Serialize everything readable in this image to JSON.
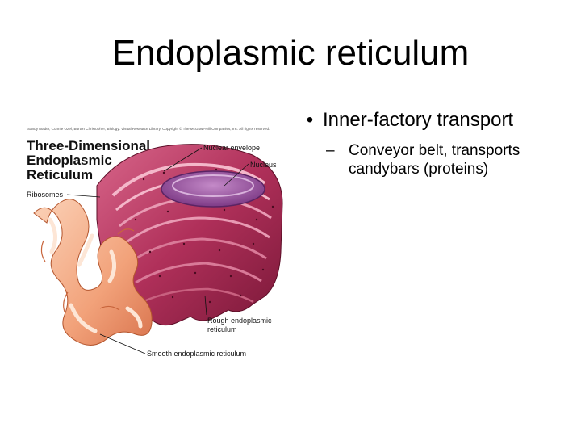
{
  "slide": {
    "title": "Endoplasmic reticulum",
    "bullets": [
      {
        "text": "Inner-factory transport",
        "sub": [
          {
            "text": "Conveyor belt, transports candybars (proteins)"
          }
        ]
      }
    ]
  },
  "figure": {
    "credit": "Sandy Mader, Connie Ozel, Burton Christopher; Biology: Visual Resource Library. Copyright © The McGraw-Hill Companies, Inc. All rights reserved.",
    "heading_lines": [
      "Three-Dimensional",
      "Endoplasmic",
      "Reticulum"
    ],
    "labels": {
      "ribosomes": "Ribosomes",
      "nuclear_envelope": "Nuclear envelope",
      "nucleus": "Nucleus",
      "rough_er_line1": "Rough endoplasmic",
      "rough_er_line2": "reticulum",
      "smooth_er": "Smooth endoplasmic reticulum"
    },
    "colors": {
      "rough_er": "#b0305a",
      "rough_er_light": "#d8668a",
      "smooth_er": "#f2a27a",
      "smooth_er_light": "#fbd2b8",
      "nucleus": "#9a4fa0"
    }
  }
}
